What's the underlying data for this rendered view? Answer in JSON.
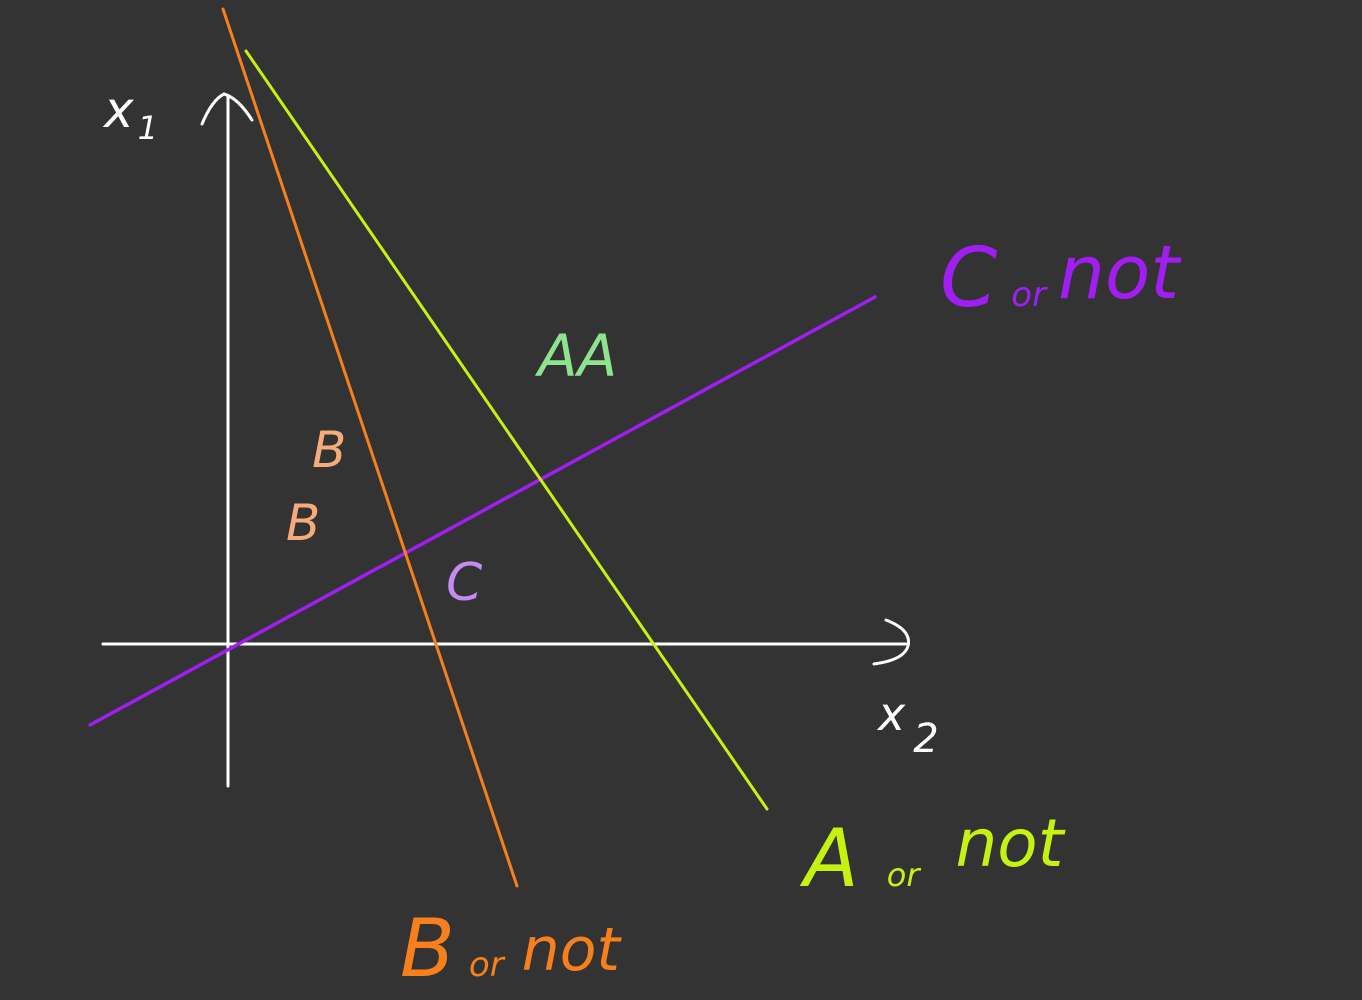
{
  "colors": {
    "background": "#333333",
    "axis": "#ffffff",
    "boundary_a": "#c6f212",
    "boundary_b": "#f7801c",
    "boundary_c": "#a11ef2",
    "point_a": "#8ee48e",
    "point_b": "#f5ac7c",
    "point_c": "#c38cf0"
  },
  "axes": {
    "vertical_label_main": "x",
    "vertical_label_sub": "1",
    "horizontal_label_main": "x",
    "horizontal_label_sub": "2"
  },
  "boundaries": [
    {
      "id": "c",
      "label_class": "C",
      "label_or": "or",
      "label_not": "not"
    },
    {
      "id": "a",
      "label_class": "A",
      "label_or": "or",
      "label_not": "not"
    },
    {
      "id": "b",
      "label_class": "B",
      "label_or": "or",
      "label_not": "not"
    }
  ],
  "points": {
    "a_group": "AA",
    "b_upper": "B",
    "b_lower": "B",
    "c_single": "C"
  }
}
